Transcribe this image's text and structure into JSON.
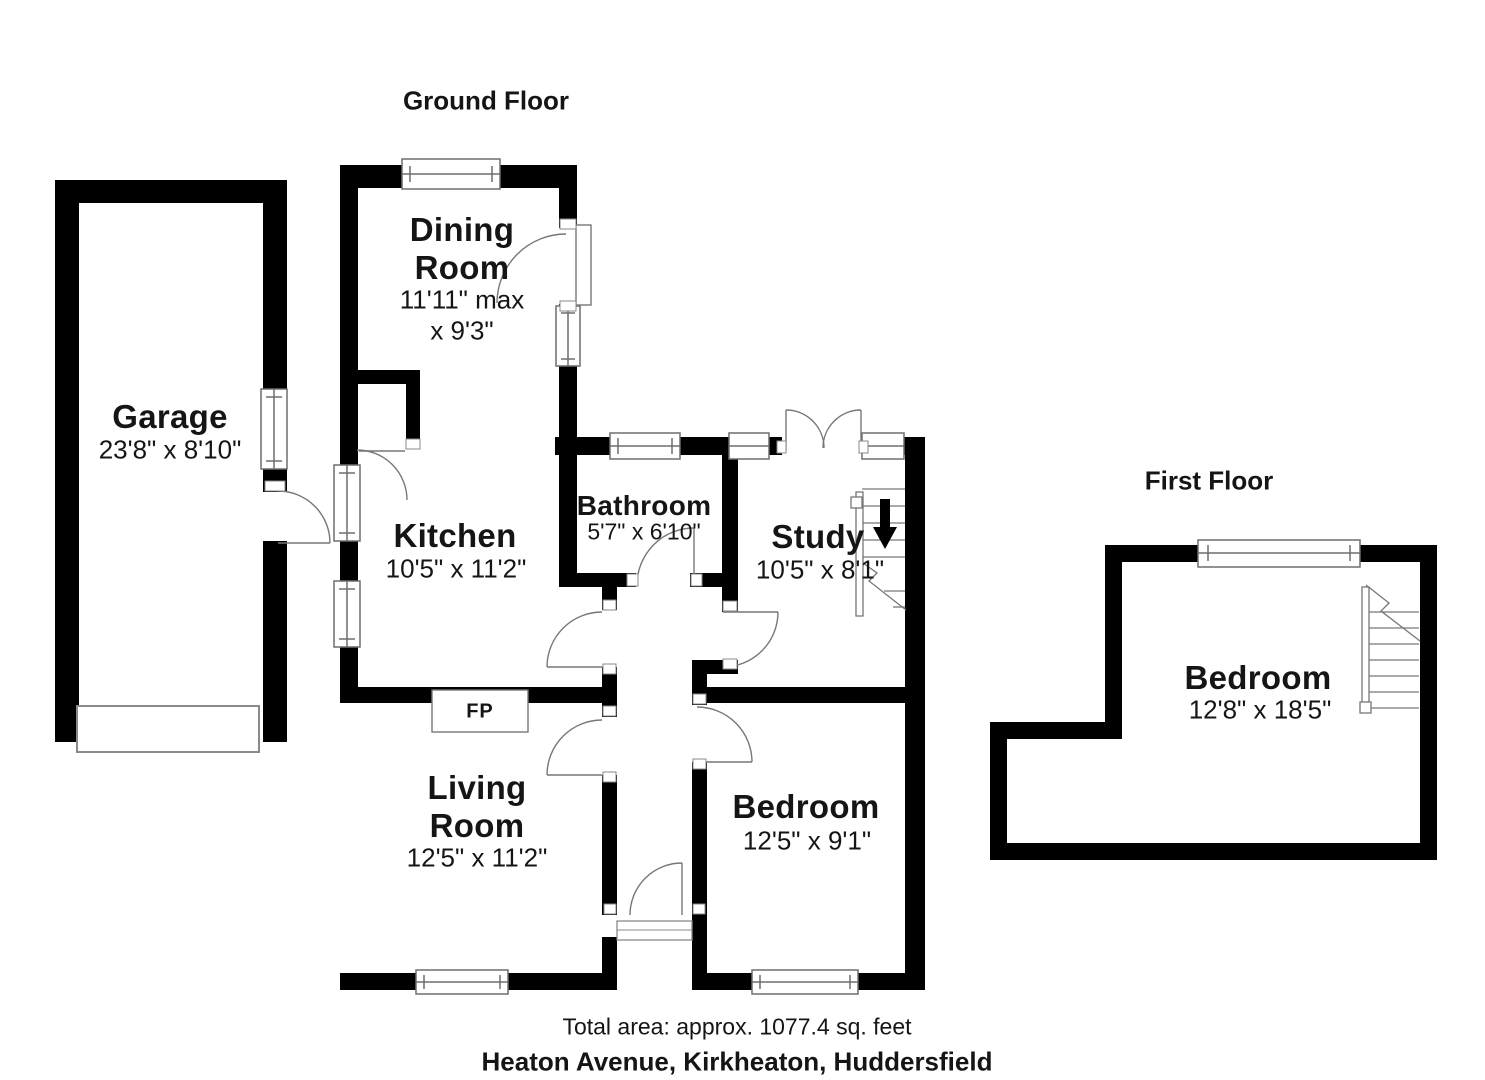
{
  "titles": {
    "ground_floor": "Ground Floor",
    "first_floor": "First Floor"
  },
  "rooms": {
    "garage": {
      "name": "Garage",
      "dims": "23'8\" x 8'10\""
    },
    "dining": {
      "name1": "Dining",
      "name2": "Room",
      "dims1": "11'11\" max",
      "dims2": "x 9'3\""
    },
    "kitchen": {
      "name": "Kitchen",
      "dims": "10'5\" x 11'2\""
    },
    "bathroom": {
      "name": "Bathroom",
      "dims": "5'7\" x 6'10\""
    },
    "study": {
      "name": "Study",
      "dims": "10'5\" x 8'1\""
    },
    "living": {
      "name1": "Living",
      "name2": "Room",
      "dims": "12'5\" x 11'2\""
    },
    "bedroom_ground": {
      "name": "Bedroom",
      "dims": "12'5\" x 9'1\""
    },
    "bedroom_first": {
      "name": "Bedroom",
      "dims": "12'8\" x 18'5\""
    }
  },
  "annotations": {
    "fireplace": "FP",
    "stairs_direction": "down"
  },
  "footer": {
    "total_area": "Total area: approx. 1077.4 sq. feet",
    "address": "Heaton Avenue, Kirkheaton, Huddersfield"
  },
  "colors": {
    "wall": "#000000",
    "line": "#6e6e6e",
    "background": "#ffffff",
    "text": "#151515"
  }
}
